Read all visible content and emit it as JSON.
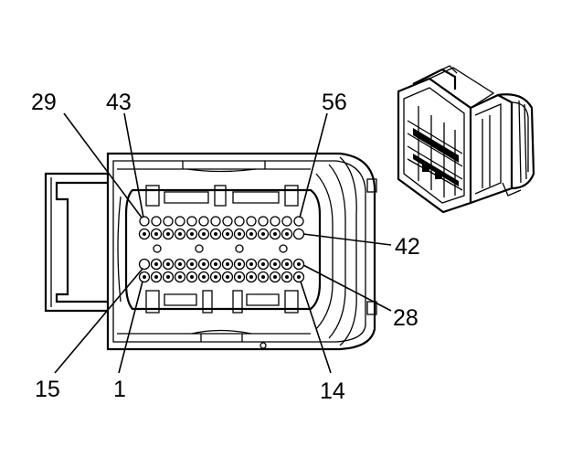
{
  "callouts": [
    {
      "id": "29",
      "text": "29"
    },
    {
      "id": "43",
      "text": "43"
    },
    {
      "id": "56",
      "text": "56"
    },
    {
      "id": "42",
      "text": "42"
    },
    {
      "id": "28",
      "text": "28"
    },
    {
      "id": "15",
      "text": "15"
    },
    {
      "id": "1",
      "text": "1"
    },
    {
      "id": "14",
      "text": "14"
    }
  ]
}
